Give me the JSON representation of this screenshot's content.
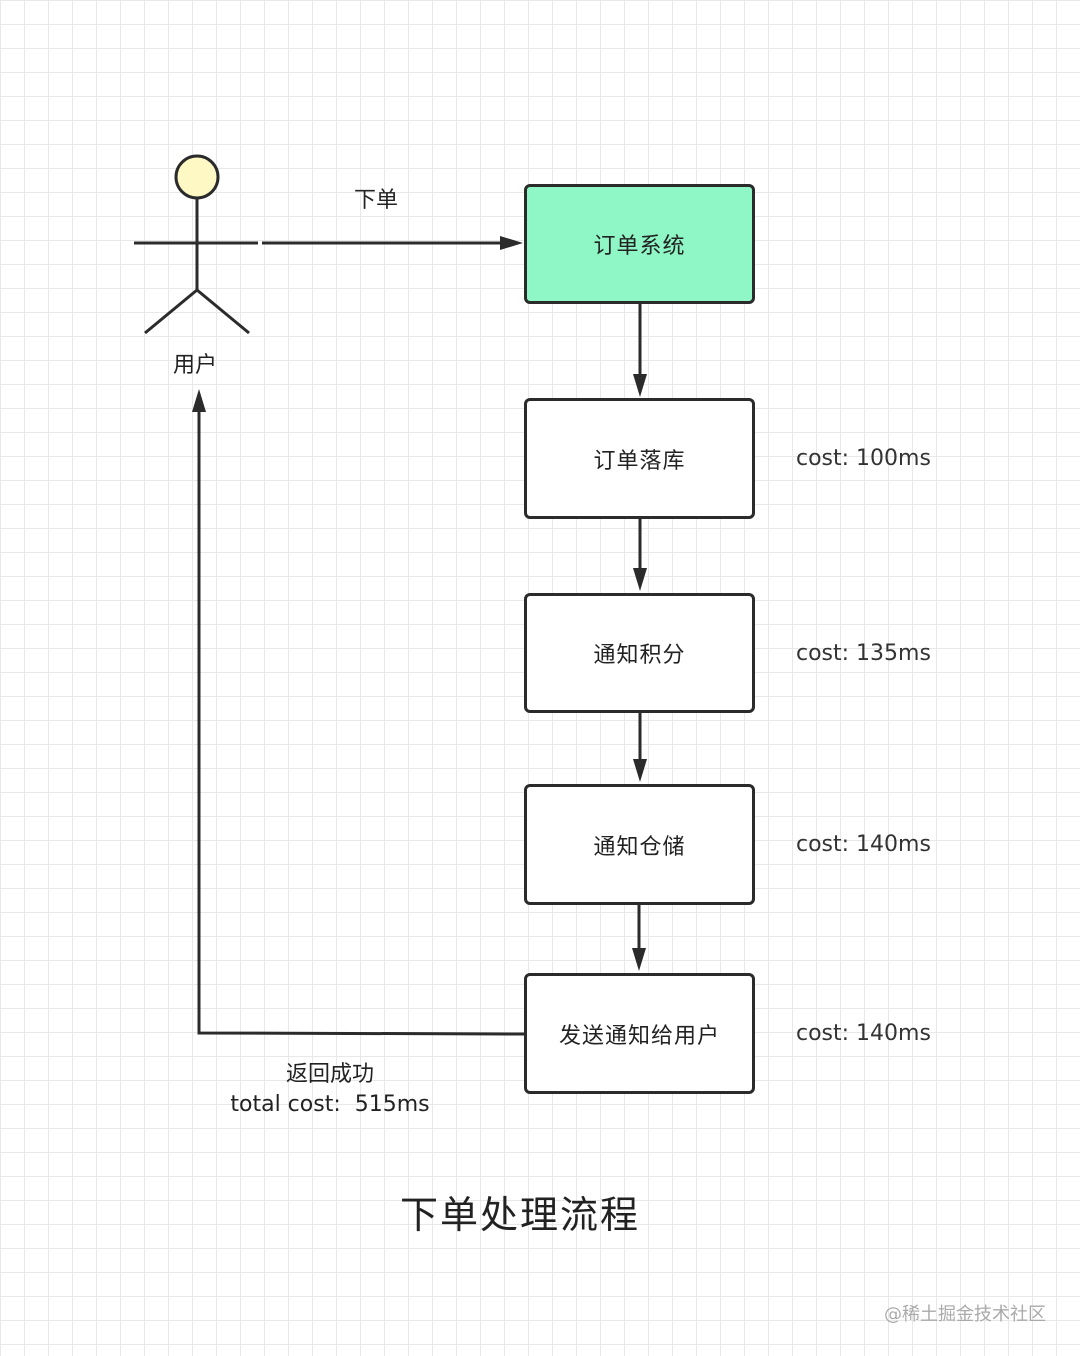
{
  "actor": {
    "label": "用户",
    "head_fill": "#fdf8c4"
  },
  "edges": {
    "order_label": "下单",
    "return_label": "返回成功",
    "total_cost_label": "total cost:  515ms"
  },
  "nodes": [
    {
      "label": "订单系统",
      "cost": "",
      "fill": "#8ff7c6"
    },
    {
      "label": "订单落库",
      "cost": "cost: 100ms",
      "fill": "#ffffff"
    },
    {
      "label": "通知积分",
      "cost": "cost: 135ms",
      "fill": "#ffffff"
    },
    {
      "label": "通知仓储",
      "cost": "cost: 140ms",
      "fill": "#ffffff"
    },
    {
      "label": "发送通知给用户",
      "cost": "cost: 140ms",
      "fill": "#ffffff"
    }
  ],
  "title": "下单处理流程",
  "watermark": "@稀土掘金技术社区"
}
